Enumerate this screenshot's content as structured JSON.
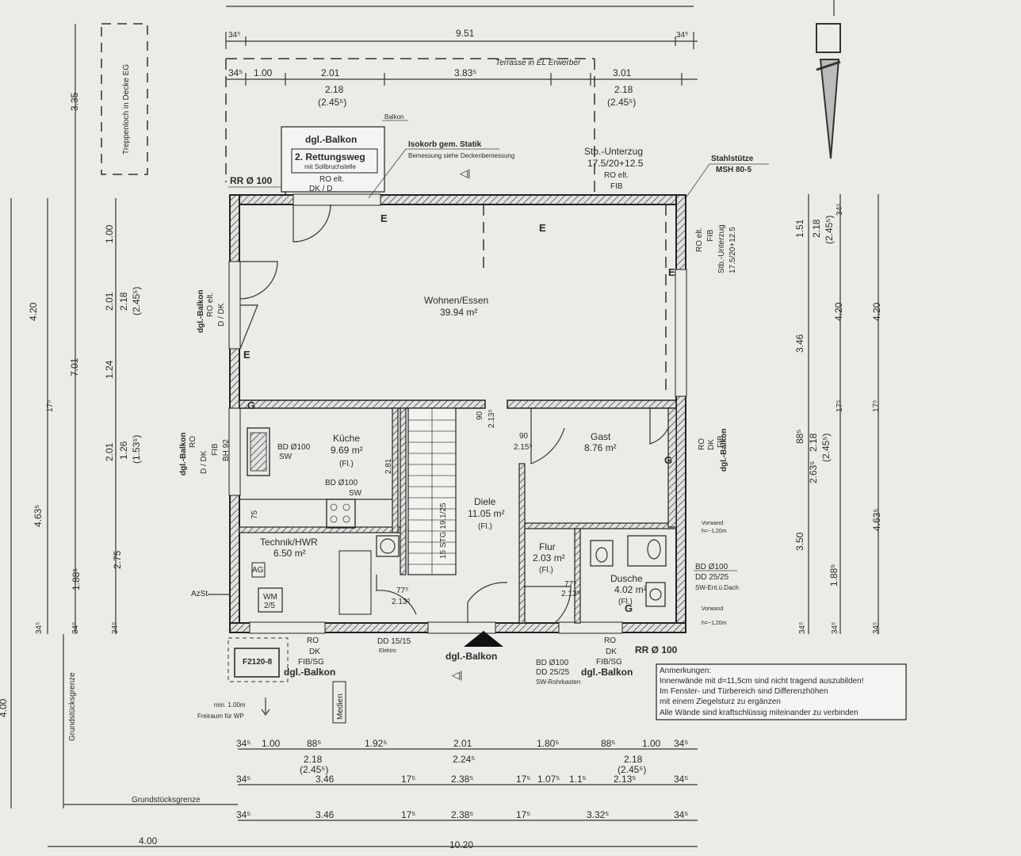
{
  "dims": {
    "top_overall": "9.51",
    "top_left_edge": "34⁵",
    "top_right_edge": "34⁵",
    "terrace": "Terrasse in EL Erwerber",
    "terrace_width": "3.83⁵",
    "row2": [
      "34⁵",
      "1.00",
      "2.01",
      "3.01"
    ],
    "row2_sub": [
      "2.18",
      "(2.45⁵)",
      "2.18",
      "(2.45⁵)"
    ],
    "left_stack": [
      "4.20",
      "7.01",
      "1.24",
      "2.01",
      "1.26",
      "(1.53⁵)",
      "2.75",
      "1.00",
      "2.01",
      "2.18",
      "(2.45⁵)",
      "3.35",
      "4.63⁵",
      "1.88⁵",
      "34⁵",
      "34⁵",
      "34⁵",
      "17⁵"
    ],
    "right_stack": [
      "1.51",
      "2.18",
      "(2.45⁵)",
      "3.46",
      "88⁵",
      "2.18",
      "(2.45⁵)",
      "2.63⁵",
      "3.50",
      "1.88⁵",
      "4.20",
      "4.20",
      "4.63⁵",
      "34⁵",
      "34⁵",
      "34⁵",
      "34⁵",
      "17⁵",
      "17⁵"
    ],
    "bottom_row1": [
      "34⁵",
      "1.00",
      "88⁵",
      "1.92⁵",
      "2.01",
      "1.80⁵",
      "88⁵",
      "1.00",
      "34⁵"
    ],
    "bottom_row1_sub": [
      "2.18",
      "(2.45⁵)",
      "2.24⁵",
      "2.18",
      "(2.45⁵)"
    ],
    "bottom_row2": [
      "34⁵",
      "3.46",
      "17⁵",
      "2.38⁵",
      "17⁵",
      "1.07⁵",
      "1.1⁵",
      "2.13⁵",
      "34⁵"
    ],
    "bottom_row3": [
      "34⁵",
      "3.46",
      "17⁵",
      "2.38⁵",
      "17⁵",
      "3.32⁵",
      "34⁵"
    ],
    "bottom_overall": "10.20",
    "plot_left": "4.00",
    "side_small": "4.00"
  },
  "labels": {
    "stair_opening": "Treppenloch in Decke EG",
    "balcony_box": [
      "dgl.-Balkon",
      "2. Rettungsweg",
      "mit Sollbruchstelle",
      "RO elt.",
      "DK / D"
    ],
    "balkon": "Balkon",
    "isokorb": "Isokorb gem. Statik",
    "isokorb_sub": "Bemessung siehe Deckenbemessung",
    "unterzug_top": [
      "Stb.-Unterzug",
      "17.5/20+12.5",
      "RO elt.",
      "FIB"
    ],
    "stahlstuetze": [
      "Stahlstütze",
      "MSH 80-5"
    ],
    "unterzug_right": [
      "Stb.-Unterzug",
      "17.5/20+12.5",
      "RO elt.",
      "FIB"
    ],
    "rr_top": "RR Ø 100",
    "rr_bottom": "RR Ø 100",
    "left_balkon_1": [
      "dgl.-Balkon",
      "RO elt.",
      "D / DK"
    ],
    "left_balkon_2": [
      "dgl.-Balkon",
      "RO",
      "D / DK",
      "FIB",
      "BH 92"
    ],
    "right_balkon": [
      "dgl.-Balkon",
      "RO",
      "DK",
      "FIB"
    ],
    "azst": "AzSt",
    "grundstuecksgrenze_v": "Grundstücksgrenze",
    "grundstuecksgrenze_h": "Grundstücksgrenze",
    "f2120": "F2120-8",
    "bottom_left_window": [
      "RO",
      "DK",
      "FIB/SG",
      "dgl.-Balkon"
    ],
    "wp_note": [
      "min. 1.00m",
      "Freiraum für WP"
    ],
    "medien": "Medien",
    "dd_1515": [
      "DD 15/15",
      "Elektro"
    ],
    "entrance": [
      "dgl.-Balkon"
    ],
    "bottom_right_window": [
      "RO",
      "DK",
      "FIB/SG",
      "dgl.-Balkon"
    ],
    "bd_bottom": [
      "BD Ø100",
      "DD 25/25",
      "SW-Rohrkasten"
    ],
    "vorwand": [
      "Vorwand",
      "h=~1,20m",
      "Vorwand",
      "h=~1,20m"
    ],
    "bd_right": [
      "BD Ø100",
      "DD 25/25",
      "SW-Ent.ü.Dach"
    ],
    "e_marks": [
      "E",
      "E",
      "E",
      "E"
    ],
    "g_marks": [
      "G",
      "G",
      "G"
    ],
    "kitchen_bd": [
      "BD Ø100",
      "SW"
    ],
    "kitchen_bd2": [
      "BD Ø100",
      "SW"
    ],
    "stair_text": "15 STG 19.1/25",
    "stair_height": "2.81",
    "wm": [
      "WM",
      "2/5"
    ],
    "ag": "AG",
    "dim90": "90",
    "dim213": "2.13⁵",
    "dim90b": "90",
    "dim215": "2.15⁵",
    "dim77a": "77⁵",
    "dim213a": "2.13⁵",
    "dim77b": "77⁵",
    "dim213b": "2.13⁵",
    "dim75": "75"
  },
  "rooms": [
    {
      "name": "Wohnen/Essen",
      "area": "39.94 m²",
      "note": ""
    },
    {
      "name": "Küche",
      "area": "9.69 m²",
      "note": "(Fl.)"
    },
    {
      "name": "Diele",
      "area": "11.05 m²",
      "note": "(Fl.)"
    },
    {
      "name": "Gast",
      "area": "8.76 m²",
      "note": ""
    },
    {
      "name": "Technik/HWR",
      "area": "6.50 m²",
      "note": ""
    },
    {
      "name": "Flur",
      "area": "2.03 m²",
      "note": "(Fl.)"
    },
    {
      "name": "Dusche",
      "area": "4.02 m²",
      "note": "(Fl.)"
    }
  ],
  "notes": {
    "title": "Anmerkungen:",
    "lines": [
      "Innenwände mit d=11,5cm sind nicht tragend auszubilden!",
      "Im Fenster- und Türbereich sind Differenzhöhen",
      "mit einem Ziegelsturz zu ergänzen",
      "Alle Wände sind kraftschlüssig miteinander zu verbinden"
    ]
  }
}
